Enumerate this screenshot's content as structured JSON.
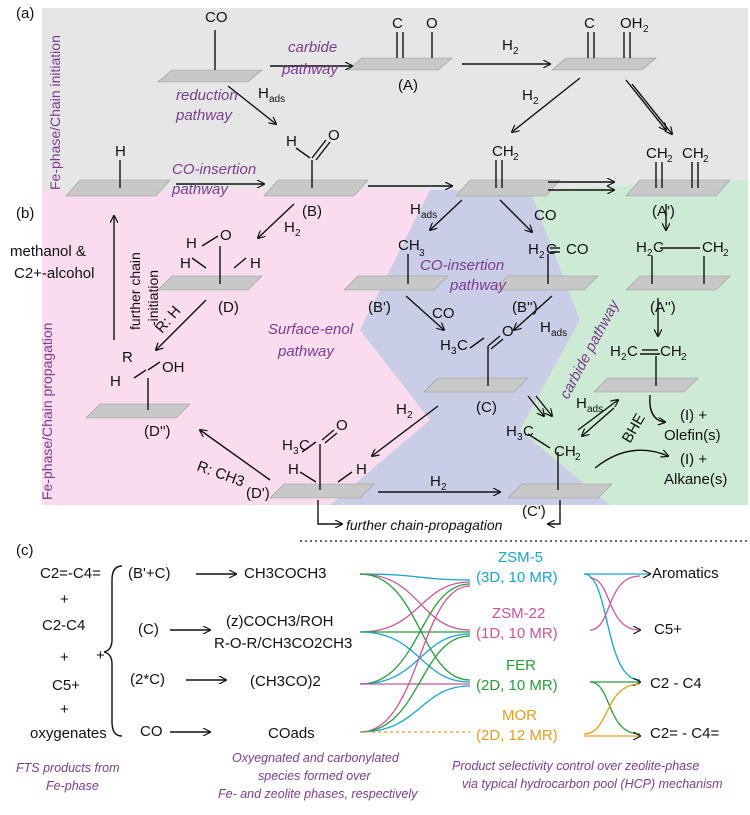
{
  "panels": {
    "a": "(a)",
    "b": "(b)",
    "c": "(c)"
  },
  "side_labels": {
    "top": "Fe-phase/Chain initiation",
    "bottom": "Fe-phase/Chain propagation"
  },
  "pathways": {
    "carbide_top": "carbide",
    "carbide_top2": "pathway",
    "reduction": "reduction",
    "reduction2": "pathway",
    "co_insertion_left": "CO-insertion",
    "co_insertion_left2": "pathway",
    "co_insertion_center": "CO-insertion",
    "co_insertion_center2": "pathway",
    "surface_enol": "Surface-enol",
    "surface_enol2": "pathway",
    "carbide_right": "carbide pathway",
    "further_initiation": "further chain",
    "further_initiation2": "-initiation",
    "further_propagation": "further chain-propagation"
  },
  "species_labels": {
    "A": "(A)",
    "B": "(B)",
    "A1": "(A')",
    "A2": "(A'')",
    "D": "(D)",
    "B1": "(B')",
    "B2": "(B'')",
    "C": "(C)",
    "D2": "(D'')",
    "D1": "(D')",
    "C1": "(C')"
  },
  "products": {
    "methanol": "methanol &",
    "alcohol": "C2+-alcohol",
    "olefin_i": "(I) +",
    "olefin": "Olefin(s)",
    "alkane_i": "(I) +",
    "alkane": "Alkane(s)",
    "bhe": "BHE",
    "rh": "R: H",
    "rch3": "R: CH3"
  },
  "reagents": {
    "h2": "H2",
    "hads": "Hads",
    "co": "CO"
  },
  "section_c": {
    "fts_left": [
      "C2=-C4=",
      "+",
      "C2-C4",
      "+",
      "C5+",
      "+",
      "oxygenates"
    ],
    "plus": "+",
    "sources": [
      "(B'+C)",
      "(C)",
      "(2*C)",
      "CO"
    ],
    "species": [
      "CH3COCH3",
      "(z)COCH3/ROH",
      "R-O-R/CH3CO2CH3",
      "(CH3CO)2",
      "COads"
    ],
    "zeolites": [
      {
        "name": "ZSM-5",
        "desc": "(3D, 10 MR)",
        "color": "#1aa3c8"
      },
      {
        "name": "ZSM-22",
        "desc": "(1D, 10 MR)",
        "color": "#c9559a"
      },
      {
        "name": "FER",
        "desc": "(2D, 10 MR)",
        "color": "#2a9a3a"
      },
      {
        "name": "MOR",
        "desc": "(2D, 12 MR)",
        "color": "#e0a020"
      }
    ],
    "outputs": [
      "Aromatics",
      "C5+",
      "C2 - C4",
      "C2= - C4="
    ],
    "captions": {
      "left1": "FTS products from",
      "left2": "Fe-phase",
      "mid1": "Oxyegnated and carbonylated",
      "mid2": "species formed over",
      "mid3": "Fe- and zeolite phases, respectively",
      "right1": "Product selectivity control over zeolite-phase",
      "right2": "via typical hydrocarbon pool (HCP) mechanism"
    }
  },
  "colors": {
    "top_bg": "#e6e6e6",
    "pink": "#f9dced",
    "blue": "#c9cde6",
    "green": "#cdebd4",
    "purple_text": "#7a3d8f"
  }
}
